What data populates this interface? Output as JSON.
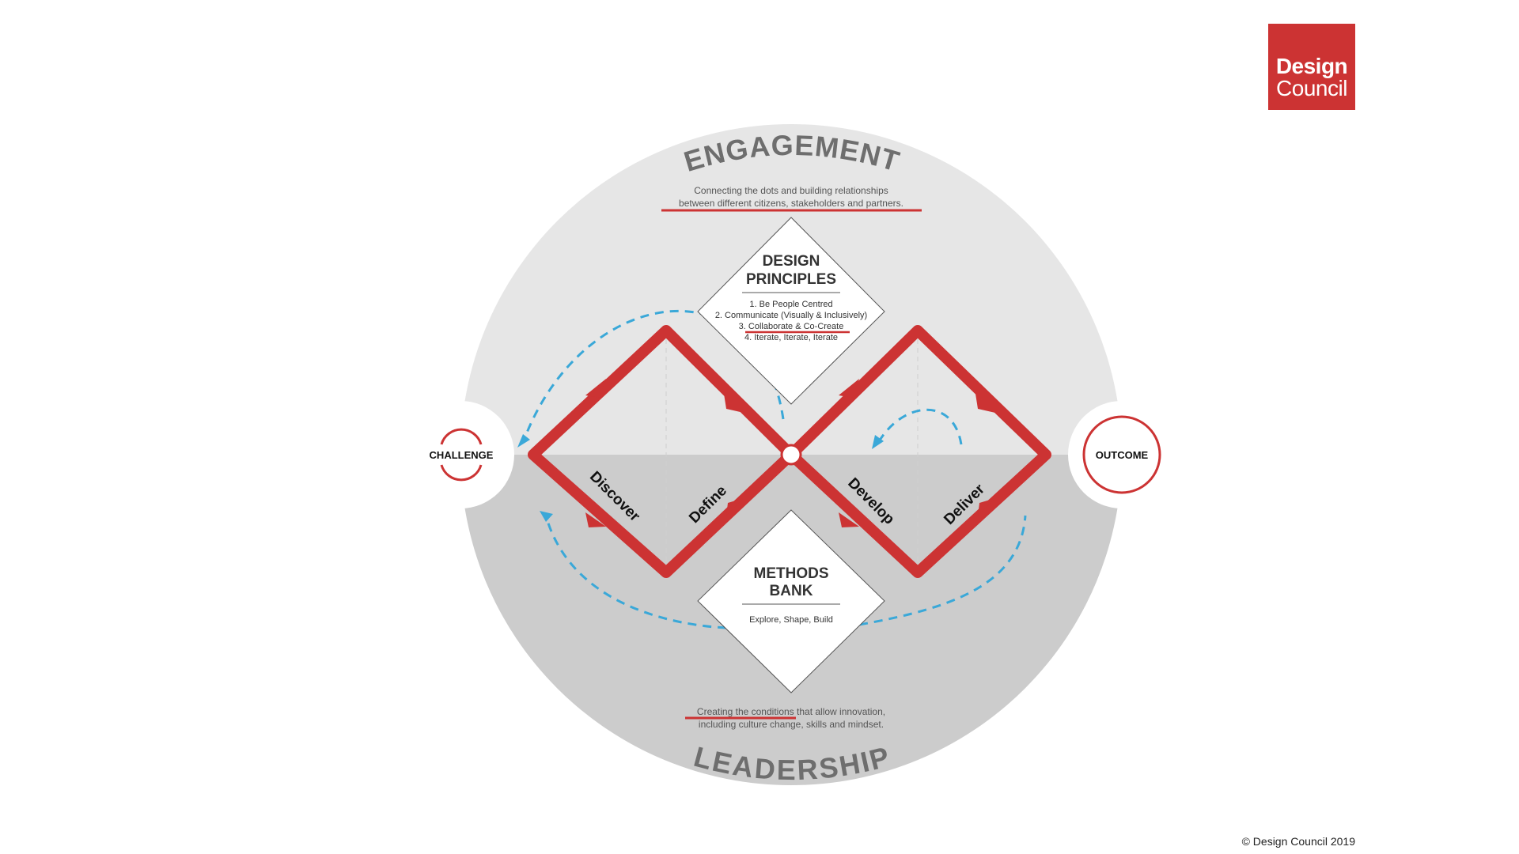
{
  "logo": {
    "line1": "Design",
    "line2": "Council"
  },
  "copyright": "© Design Council 2019",
  "engagement": {
    "title": "ENGAGEMENT",
    "line1": "Connecting the dots and building relationships",
    "line2": "between different citizens, stakeholders and partners."
  },
  "leadership": {
    "title": "LEADERSHIP",
    "line1_underlined": "Creating the conditions",
    "line1_rest": " that allow innovation,",
    "line2": "including culture change, skills and mindset."
  },
  "design_principles": {
    "title_line1": "DESIGN",
    "title_line2": "PRINCIPLES",
    "items": [
      "1. Be People Centred",
      "2. Communicate (Visually & Inclusively)",
      "3. Collaborate & Co-Create",
      "4. Iterate, Iterate, Iterate"
    ]
  },
  "methods_bank": {
    "title_line1": "METHODS",
    "title_line2": "BANK",
    "subtitle": "Explore, Shape, Build"
  },
  "phases": {
    "discover": "Discover",
    "define": "Define",
    "develop": "Develop",
    "deliver": "Deliver"
  },
  "challenge": "CHALLENGE",
  "outcome": "OUTCOME",
  "colors": {
    "red": "#cc3333",
    "blue_dash": "#3aa8d8",
    "engagement_fill": "#e6e6e6",
    "leadership_fill": "#cccccc"
  }
}
